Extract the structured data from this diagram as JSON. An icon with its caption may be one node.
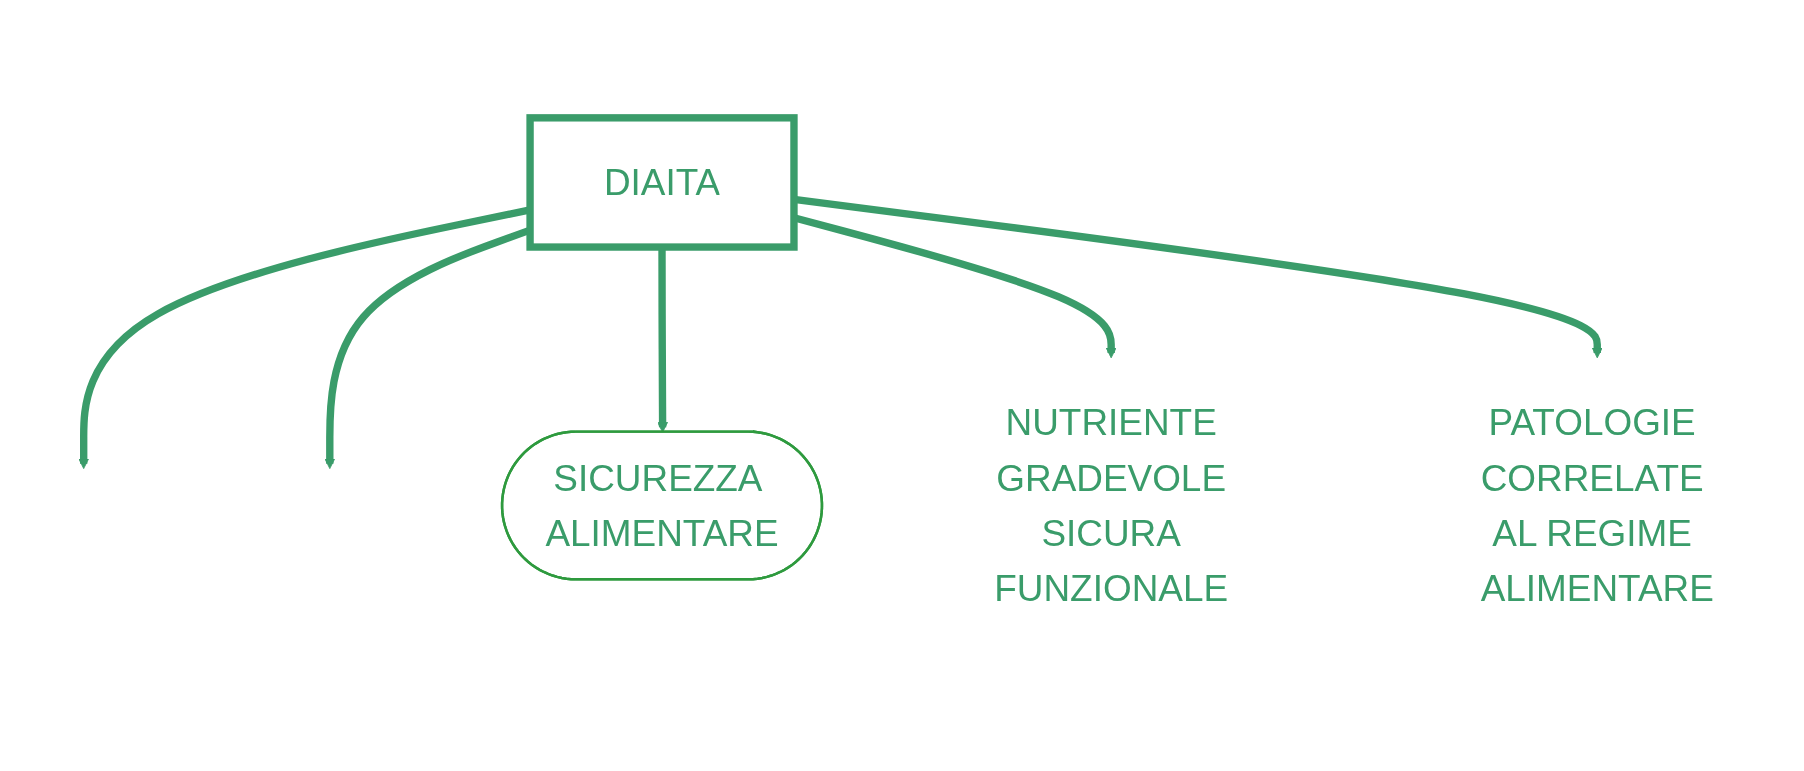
{
  "diagram": {
    "nodes": [
      {
        "text": [
          "DIAITA"
        ]
      },
      {
        "text": [
          "SICUREZZA ALIMENTARE"
        ]
      },
      {
        "text": [
          "NUTRIENTE",
          "GRADEVOLE",
          "SICURA",
          "FUNZIONALE"
        ]
      },
      {
        "text": [
          "PATOLOGIE CORRELATE AL REGIME ALIMENTARE"
        ]
      }
    ],
    "edges": [
      {
        "from": 0,
        "to": null,
        "arrow": "to"
      },
      {
        "from": 0,
        "to": null,
        "arrow": "to"
      },
      {
        "from": 0,
        "to": 1,
        "arrow": "to"
      },
      {
        "from": 0,
        "to": 2,
        "arrow": "to"
      },
      {
        "from": 0,
        "to": 3,
        "arrow": "to"
      }
    ]
  }
}
